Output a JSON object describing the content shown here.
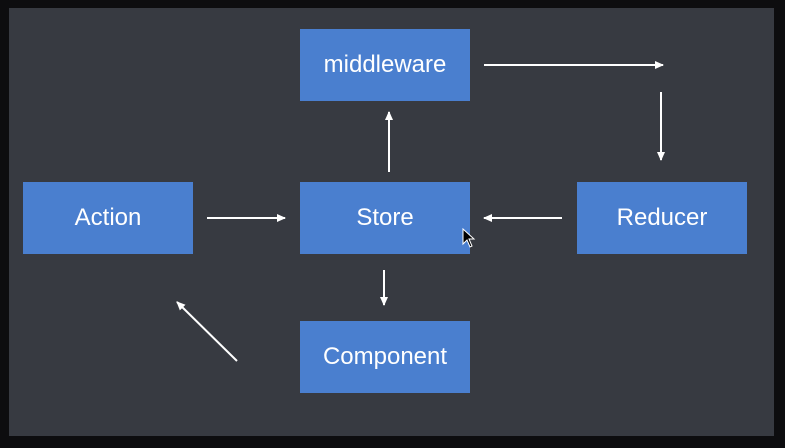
{
  "diagram": {
    "nodes": {
      "middleware": "middleware",
      "action": "Action",
      "store": "Store",
      "reducer": "Reducer",
      "component": "Component"
    },
    "edges": [
      {
        "from": "action",
        "to": "store"
      },
      {
        "from": "store",
        "to": "middleware"
      },
      {
        "from": "middleware",
        "to": "reducer"
      },
      {
        "from": "reducer",
        "to": "store"
      },
      {
        "from": "store",
        "to": "component"
      },
      {
        "from": "component",
        "to": "action"
      }
    ],
    "colors": {
      "node_fill": "#4a7fcf",
      "background": "#373a41",
      "arrow": "#ffffff"
    }
  }
}
